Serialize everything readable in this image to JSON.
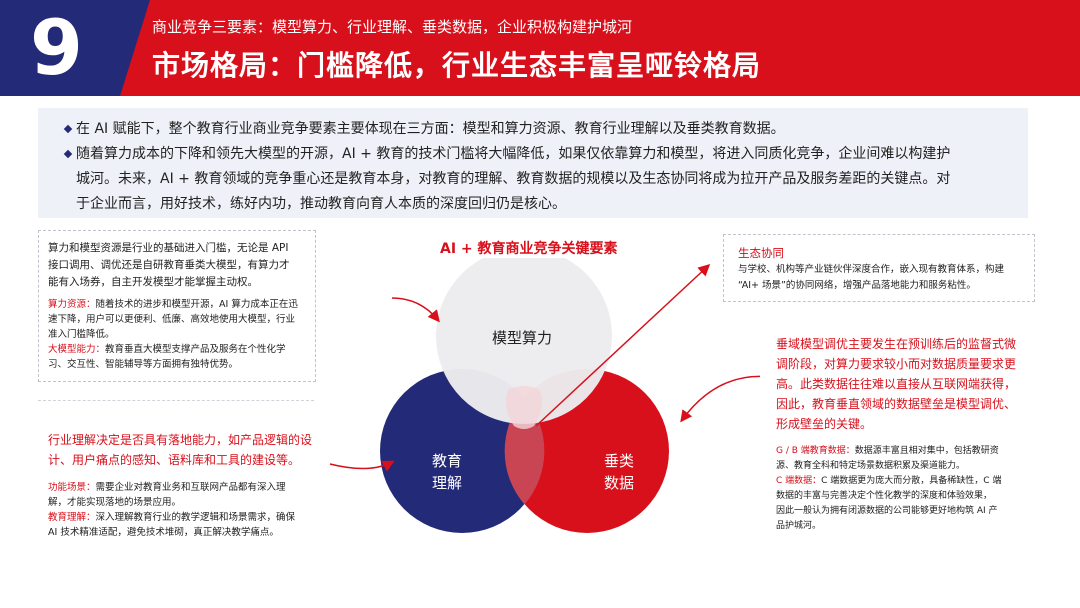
{
  "header": {
    "number": "9",
    "subtitle": "商业竞争三要素：模型算力、行业理解、垂类数据，企业积极构建护城河",
    "title": "市场格局：门槛降低，行业生态丰富呈哑铃格局",
    "colors": {
      "red": "#d7101b",
      "navy": "#232a78"
    }
  },
  "intro": {
    "bullet1": "在 AI 赋能下，整个教育行业商业竞争要素主要体现在三方面：模型和算力资源、教育行业理解以及垂类教育数据。",
    "bullet2_lines": [
      "随着算力成本的下降和领先大模型的开源，AI + 教育的技术门槛将大幅降低，如果仅依靠算力和模型，将进入同质化竞争，企业间难以构建护",
      "城河。未来，AI + 教育领域的竞争重心还是教育本身，对教育的理解、教育数据的规模以及生态协同将成为拉开产品及服务差距的关键点。对",
      "于企业而言，用好技术，练好内功，推动教育向育人本质的深度回归仍是核心。"
    ]
  },
  "diagram": {
    "title": "AI + 教育商业竞争关键要素",
    "circle_top": "模型算力",
    "circle_left": [
      "教育",
      "理解"
    ],
    "circle_right": [
      "垂类",
      "数据"
    ]
  },
  "left_top": {
    "lead_lines": [
      "算力和模型资源是行业的基础进入门槛，无论是 API",
      "接口调用、调优还是自研教育垂类大模型，有算力才",
      "能有入场券，自主开发模型才能掌握主动权。"
    ],
    "item1_label": "算力资源：",
    "item1_lines": [
      "随着技术的进步和模型开源，AI 算力成本正在迅",
      "速下降，用户可以更便利、低廉、高效地使用大模型，行业",
      "准入门槛降低。"
    ],
    "item2_label": "大模型能力：",
    "item2_lines": [
      "教育垂直大模型支撑产品及服务在个性化学",
      "习、交互性、智能辅导等方面拥有独特优势。"
    ]
  },
  "left_bottom": {
    "lead_lines": [
      "行业理解决定是否具有落地能力，如产品逻辑的设",
      "计、用户痛点的感知、语料库和工具的建设等。"
    ],
    "item1_label": "功能场景：",
    "item1_lines": [
      "需要企业对教育业务和互联网产品都有深入理",
      "解，才能实现落地的场景应用。"
    ],
    "item2_label": "教育理解：",
    "item2_lines": [
      "深入理解教育行业的教学逻辑和场景需求，确保",
      "AI 技术精准适配，避免技术堆砌，真正解决教学痛点。"
    ]
  },
  "right_top": {
    "heading": "生态协同",
    "lines": [
      "与学校、机构等产业链伙伴深度合作，嵌入现有教育体系，构建",
      "“AI+ 场景”的协同网络，增强产品落地能力和服务粘性。"
    ]
  },
  "right_bottom": {
    "lead_lines": [
      "垂域模型调优主要发生在预训练后的监督式微",
      "调阶段，对算力要求较小而对数据质量要求更",
      "高。此类数据往往难以直接从互联网端获得，",
      "因此，教育垂直领域的数据壁垒是模型调优、",
      "形成壁垒的关键。"
    ],
    "item1_label": "G / B 端教育数据：",
    "item1_lines": [
      "数据源丰富且相对集中，包括教研资",
      "源、教育全科和特定场景数据积累及渠道能力。"
    ],
    "item2_label": "C 端数据：",
    "item2_lines": [
      "C 端数据更为庞大而分散，具备稀缺性，C 端",
      "数据的丰富与完善决定个性化教学的深度和体验效果，",
      "因此一般认为拥有闭源数据的公司能够更好地构筑 AI 产",
      "品护城河。"
    ]
  }
}
